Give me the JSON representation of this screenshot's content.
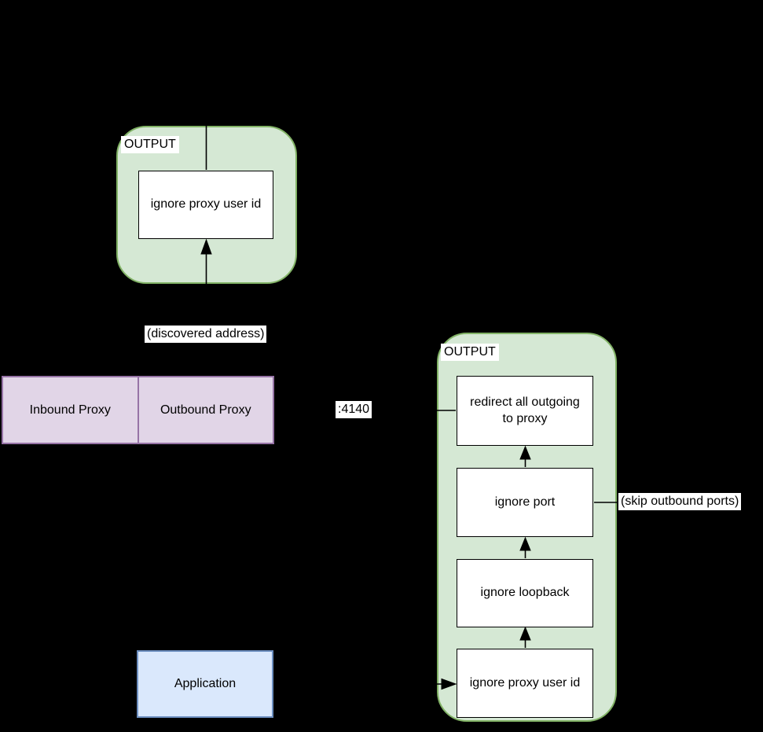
{
  "colors": {
    "background": "#000000",
    "container_fill": "#d5e8d4",
    "container_border": "#82b366",
    "proxy_fill": "#e1d5e7",
    "proxy_border": "#9673a6",
    "app_fill": "#dae8fc",
    "app_border": "#6c8ebf",
    "rule_fill": "#ffffff",
    "connector": "#000000"
  },
  "left_output_chain": {
    "label": "OUTPUT",
    "rules": [
      "ignore proxy user id"
    ]
  },
  "right_output_chain": {
    "label": "OUTPUT",
    "rules": [
      "redirect all outgoing to proxy",
      "ignore port",
      "ignore loopback",
      "ignore proxy user id"
    ]
  },
  "proxies": {
    "inbound": "Inbound Proxy",
    "outbound": "Outbound Proxy"
  },
  "application": {
    "label": "Application"
  },
  "annotations": {
    "discovered_address": "(discovered address)",
    "port": ":4140",
    "skip_outbound_ports": "(skip outbound ports)"
  }
}
